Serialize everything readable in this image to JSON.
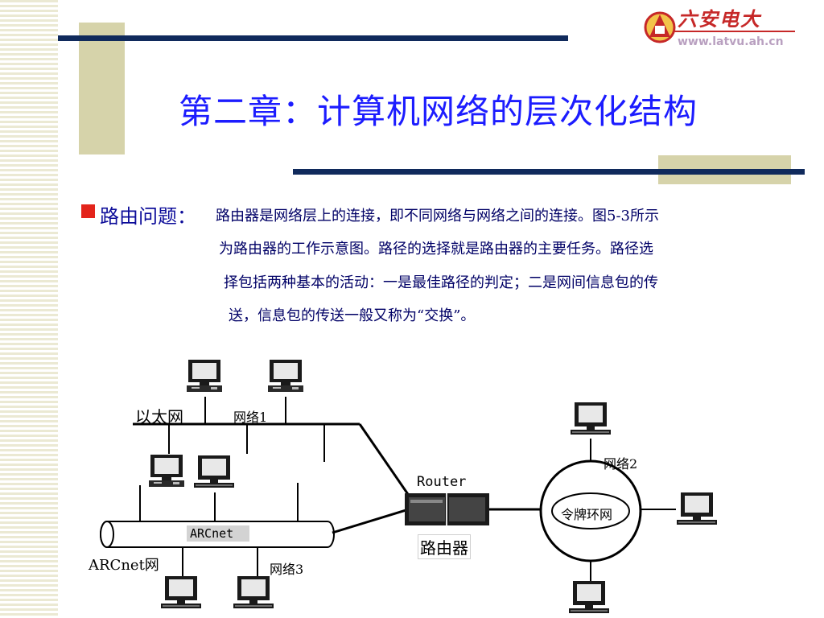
{
  "logo": {
    "org_name": "六安电大",
    "url": "www.latvu.ah.cn"
  },
  "title": "第二章：计算机网络的层次化结构",
  "section": {
    "topic_label": "路由问题：",
    "paragraph_lines": [
      "路由器是网络层上的连接，即不同网络与网络之间的连接。图5-3所示",
      "为路由器的工作示意图。路径的选择就是路由器的主要任务。路径选",
      "择包括两种基本的活动：一是最佳路径的判定；二是网间信息包的传",
      "送，信息包的传送一般又称为“交换”。"
    ]
  },
  "diagram": {
    "ethernet_label": "以太网",
    "network1_label": "网络1",
    "router_label": "Router",
    "router_cn_label": "路由器",
    "network2_label": "网络2",
    "token_ring_label": "令牌环网",
    "arcnet_cable_label": "ARCnet",
    "arcnet_network_label": "ARCnet网",
    "network3_label": "网络3"
  },
  "colors": {
    "title": "#1c1cff",
    "body_text": "#000066",
    "bullet": "#e3241b",
    "bars": "#102a5c",
    "olive": "#d6d3aa"
  }
}
